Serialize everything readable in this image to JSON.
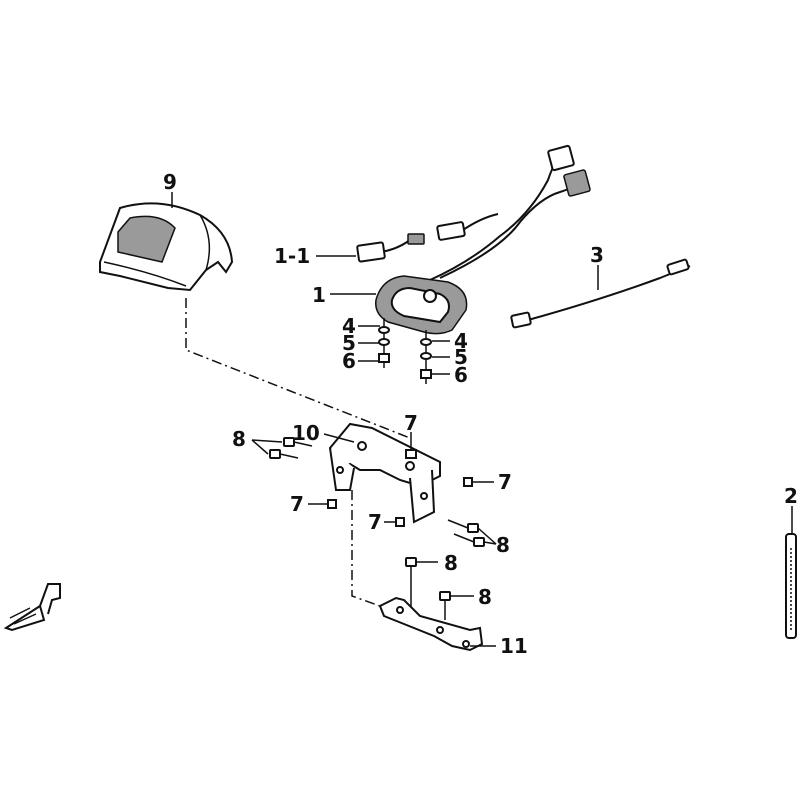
{
  "callouts": {
    "c9": "9",
    "c1_1": "1-1",
    "c1": "1",
    "c3": "3",
    "c4a": "4",
    "c5a": "5",
    "c6a": "6",
    "c4b": "4",
    "c5b": "5",
    "c6b": "6",
    "c10": "10",
    "c8a": "8",
    "c7a": "7",
    "c7b": "7",
    "c7c": "7",
    "c7d": "7",
    "c8b": "8",
    "c8c": "8",
    "c8d": "8",
    "c11": "11",
    "c2": "2"
  }
}
